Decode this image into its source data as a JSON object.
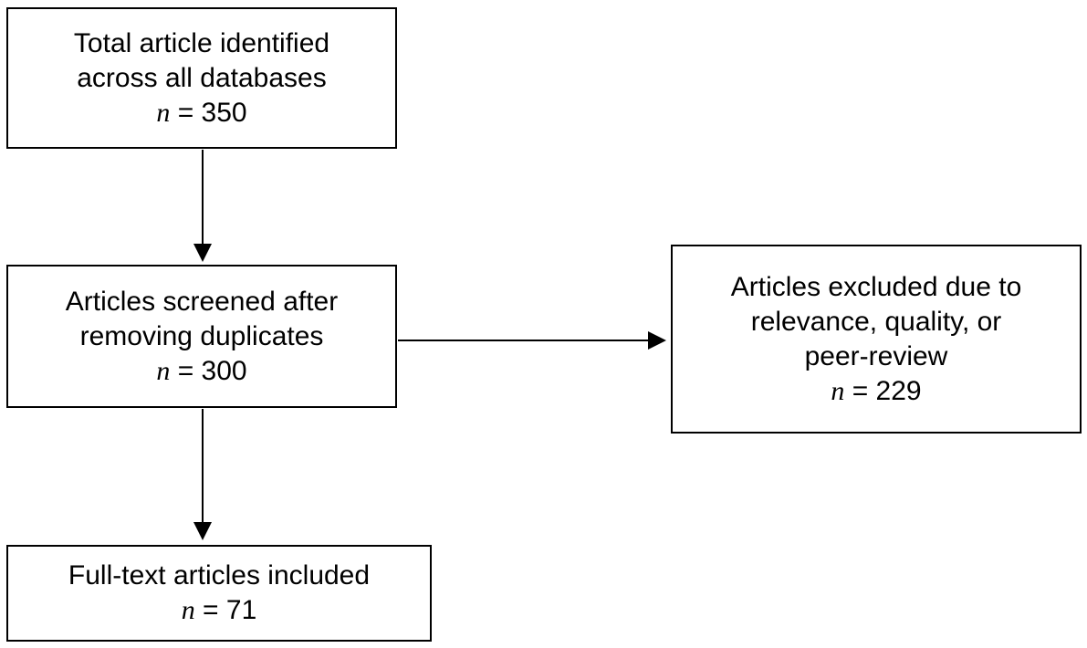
{
  "figure": {
    "type": "article-screening-flow-diagram",
    "background_color": "#ffffff",
    "box_border_color": "#000000",
    "text_color": "#000000",
    "boxes": {
      "identified": {
        "line1": "Total article identified",
        "line2": "across all databases",
        "n_var": "n",
        "n_eq": "= 350",
        "count": 350
      },
      "screened": {
        "line1": "Articles screened after",
        "line2": "removing duplicates",
        "n_var": "n",
        "n_eq": "= 300",
        "count": 300
      },
      "excluded": {
        "line1": "Articles excluded due to",
        "line2": "relevance, quality, or",
        "line3": "peer-review",
        "n_var": "n",
        "n_eq": "= 229",
        "count": 229
      },
      "included": {
        "line1": "Full-text articles included",
        "n_var": "n",
        "n_eq": "= 71",
        "count": 71
      }
    },
    "arrows": [
      {
        "name": "identified-to-screened",
        "direction": "down"
      },
      {
        "name": "screened-to-excluded",
        "direction": "right"
      },
      {
        "name": "screened-to-included",
        "direction": "down"
      }
    ]
  }
}
